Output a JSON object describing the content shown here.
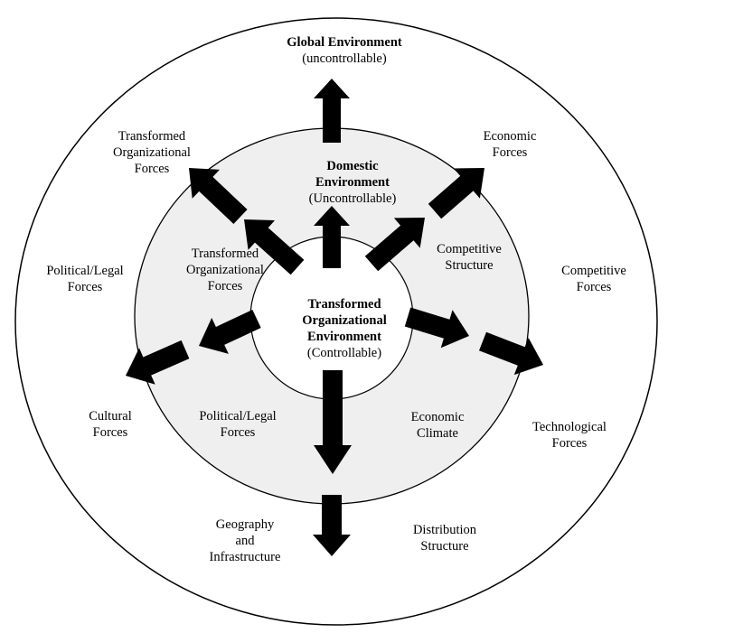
{
  "diagram": {
    "title": "Global / Domestic / Transformed Organizational Environment",
    "colors": {
      "outer_ring_fill": "#ffffff",
      "middle_ring_fill": "#efefef",
      "inner_circle_fill": "#ffffff",
      "stroke": "#000000",
      "arrow": "#000000"
    },
    "rings": {
      "outer": {
        "title": "Global Environment",
        "subtitle": "(uncontrollable)"
      },
      "middle": {
        "title_line1": "Domestic",
        "title_line2": "Environment",
        "subtitle": "(Uncontrollable)"
      },
      "inner": {
        "title_line1": "Transformed",
        "title_line2": "Organizational",
        "title_line3": "Environment",
        "subtitle": "(Controllable)"
      }
    },
    "domestic_forces": [
      {
        "lines": [
          "Transformed",
          "Organizational",
          "Forces"
        ]
      },
      {
        "lines": [
          "Competitive",
          "Structure"
        ]
      },
      {
        "lines": [
          "Political/Legal",
          "Forces"
        ]
      },
      {
        "lines": [
          "Economic",
          "Climate"
        ]
      }
    ],
    "global_forces": [
      {
        "lines": [
          "Transformed",
          "Organizational",
          "Forces"
        ]
      },
      {
        "lines": [
          "Economic",
          "Forces"
        ]
      },
      {
        "lines": [
          "Political/Legal",
          "Forces"
        ]
      },
      {
        "lines": [
          "Competitive",
          "Forces"
        ]
      },
      {
        "lines": [
          "Cultural",
          "Forces"
        ]
      },
      {
        "lines": [
          "Technological",
          "Forces"
        ]
      },
      {
        "lines": [
          "Geography",
          "and",
          "Infrastructure"
        ]
      },
      {
        "lines": [
          "Distribution",
          "Structure"
        ]
      }
    ],
    "arrow_directions": [
      "up",
      "up-left",
      "up-right",
      "left-down",
      "right-down",
      "down"
    ]
  }
}
